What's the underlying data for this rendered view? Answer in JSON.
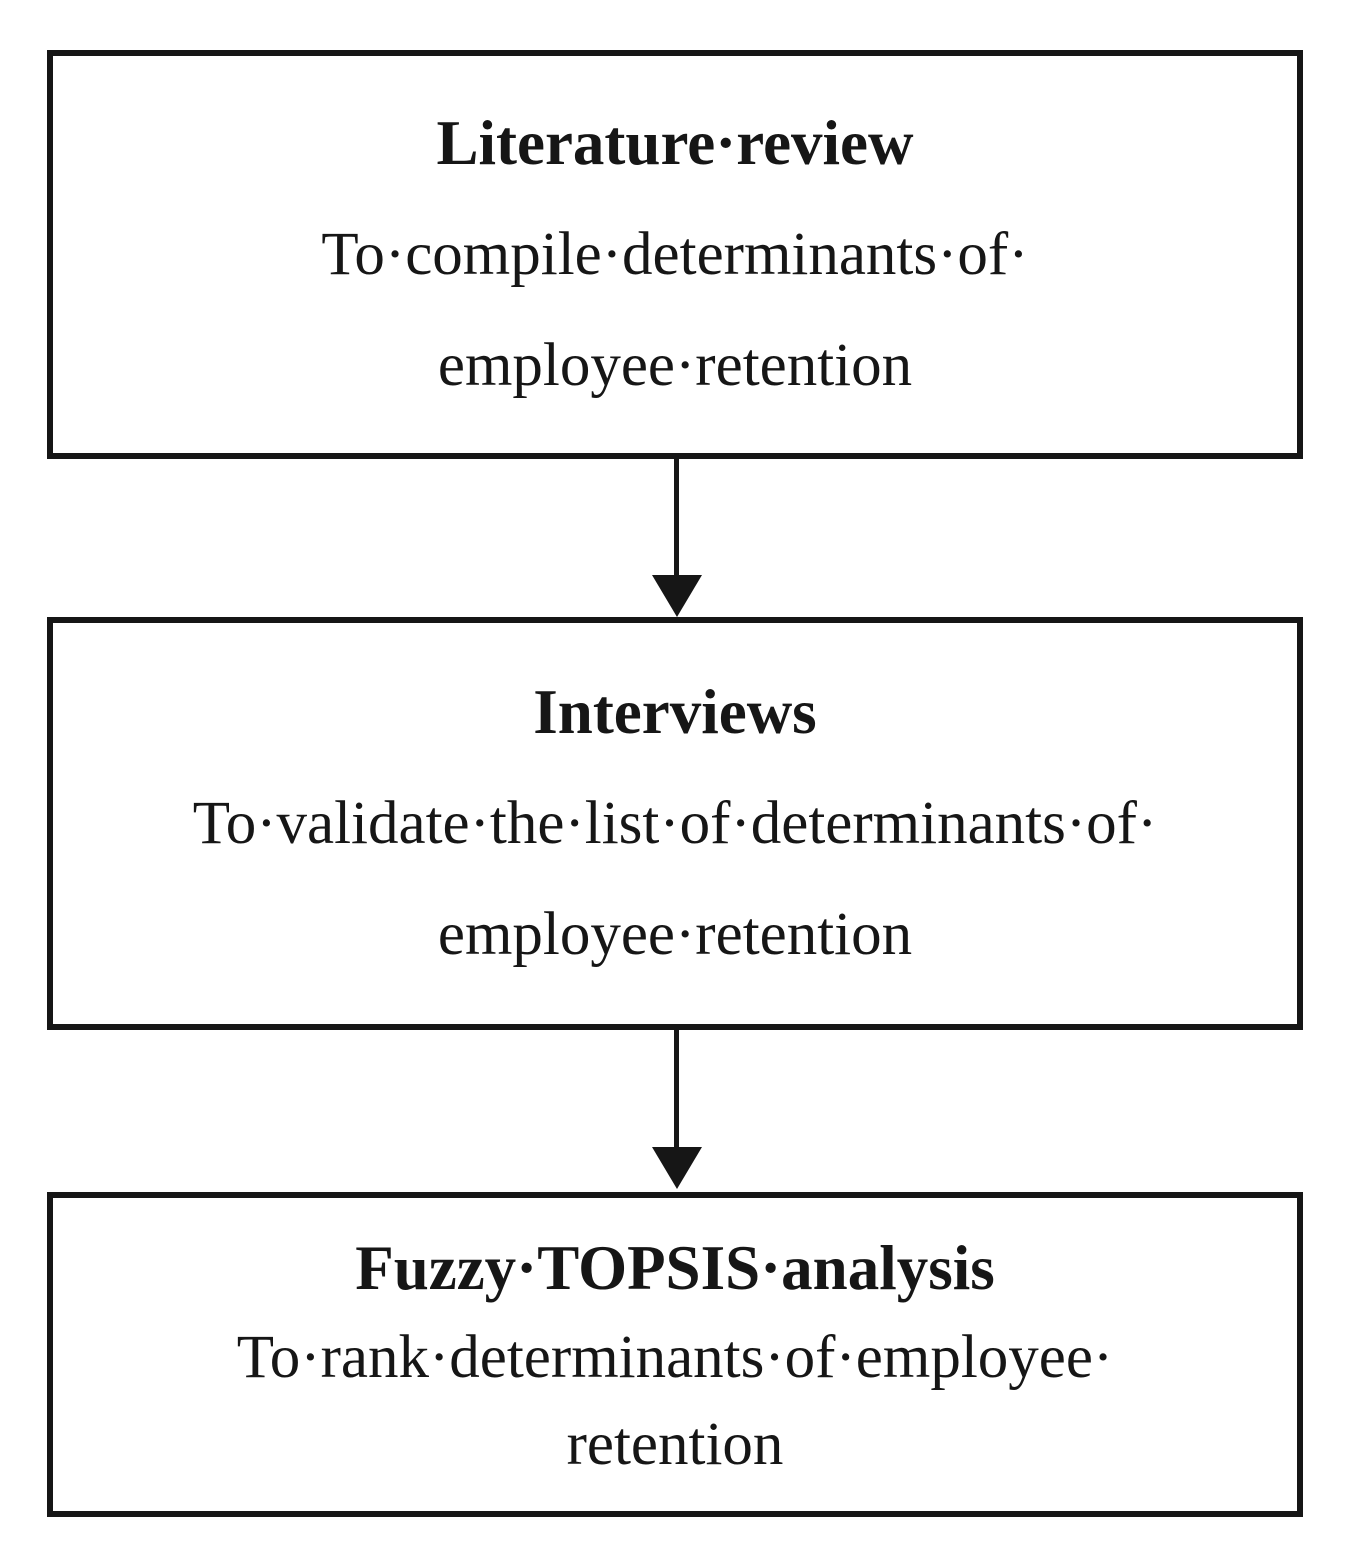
{
  "figure": {
    "type": "flowchart",
    "direction": "top-to-bottom",
    "colors": {
      "background": "#ffffff",
      "border": "#161616",
      "text": "#161616",
      "arrow": "#161616"
    },
    "steps": [
      {
        "title": "Literature·review",
        "lines": [
          "To·compile·determinants·of·",
          "employee·retention"
        ]
      },
      {
        "title": "Interviews",
        "lines": [
          "To·validate·the·list·of·determinants·of·",
          "employee·retention"
        ]
      },
      {
        "title": "Fuzzy·TOPSIS·analysis",
        "lines": [
          "To·rank·determinants·of·employee·",
          "retention"
        ]
      }
    ],
    "connectors": [
      {
        "from": 0,
        "to": 1,
        "style": "down-arrow"
      },
      {
        "from": 1,
        "to": 2,
        "style": "down-arrow"
      }
    ]
  }
}
